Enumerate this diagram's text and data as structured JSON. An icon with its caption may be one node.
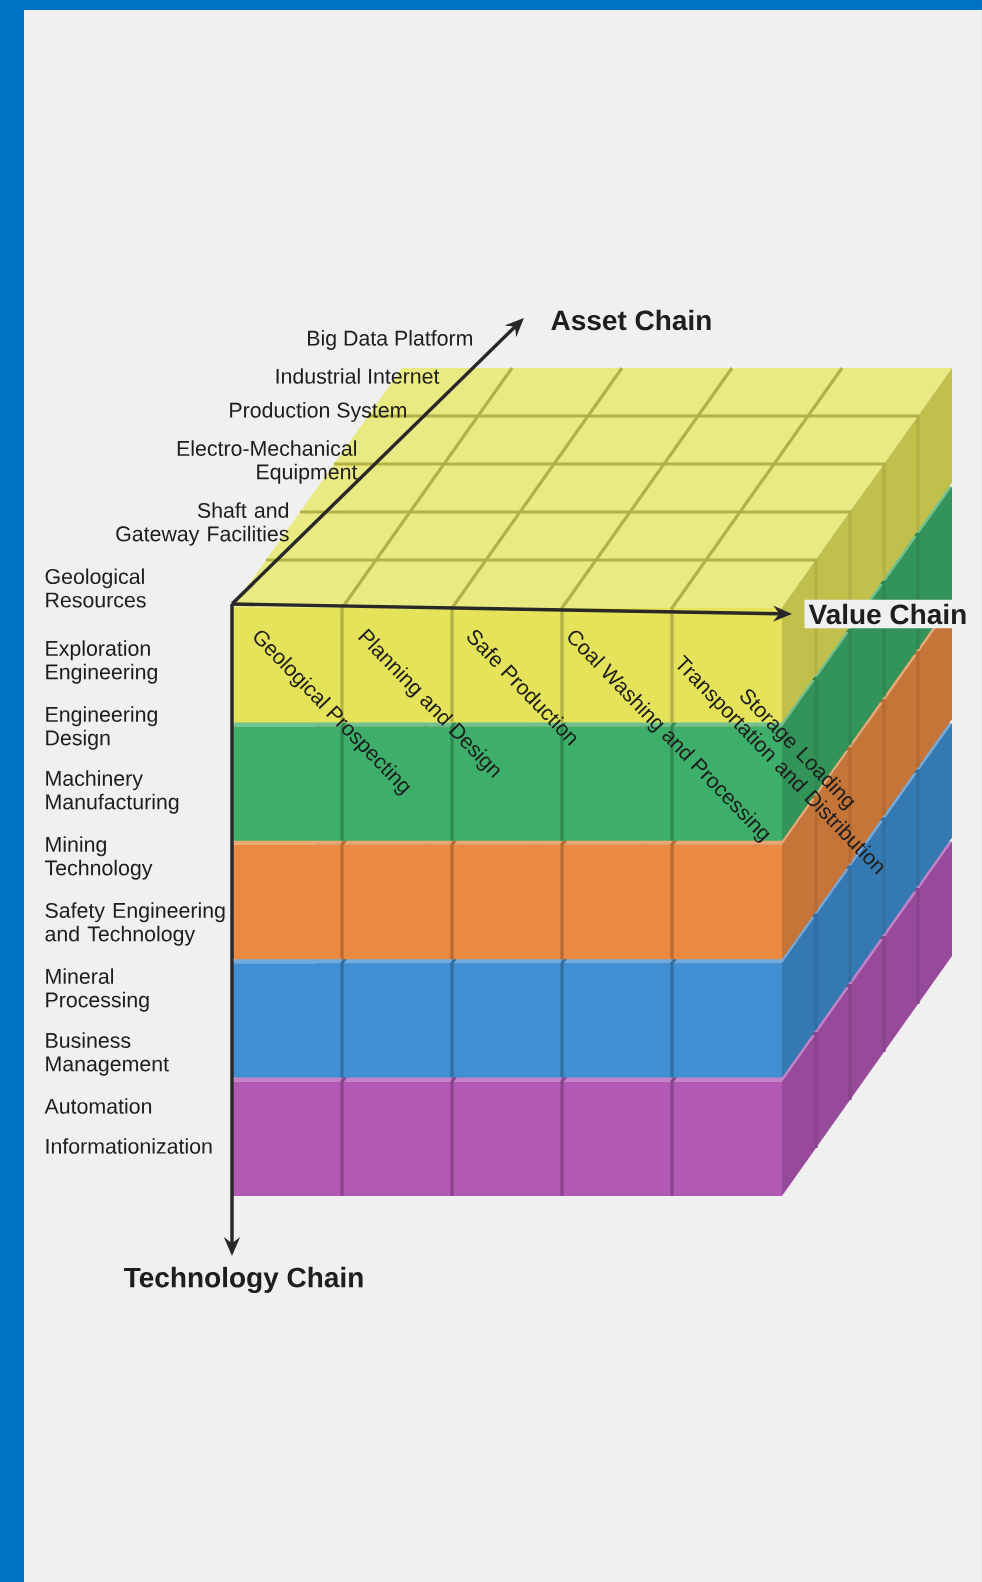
{
  "diagram": {
    "labels": [
      "Asset Chain",
      "Big Data Platform",
      "Industrial Internet",
      "Production System",
      "Electro-Mechanical Equipment",
      "Shaft and Gateway Facilities",
      "Geological Resources",
      "Value Chain",
      "Exploration Engineering",
      "Engineering Design",
      "Machinery Manufacturing",
      "Mining Technology",
      "Safety Engineering and Technology",
      "Mineral Processing",
      "Business Management",
      "Automation",
      "Informationization",
      "Geological Prospecting",
      "Planning and Design",
      "Safe Production",
      "Coal Washing and Processing",
      "Storage Loading Transportation and Distribution",
      "Technology Chain"
    ]
  }
}
